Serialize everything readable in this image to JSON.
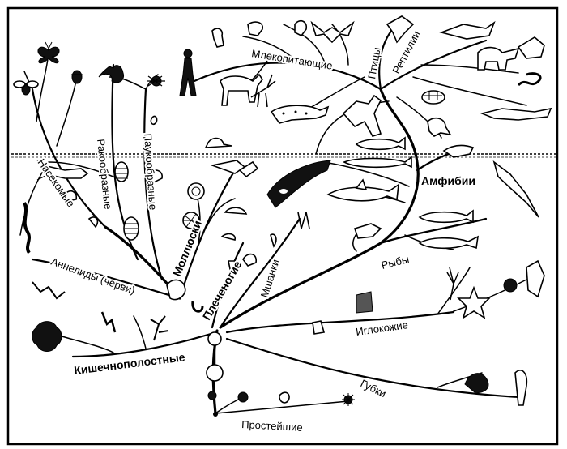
{
  "labels": {
    "mammals": "Млекопитающие",
    "birds": "Птицы",
    "reptiles": "Рептилии",
    "amphibians": "Амфибии",
    "fish": "Рыбы",
    "insects": "Насекомые",
    "crustaceans": "Ракообразные",
    "arachnids": "Паукообразные",
    "molluscs": "Моллюски",
    "brachiopods": "Плеченогие",
    "bryozoans": "Мшанки",
    "annelids": "Аннелиды (черви)",
    "echinoderms": "Иглокожие",
    "coelenterates": "Кишечнополостные",
    "sponges": "Губки",
    "protozoa": "Простейшие"
  },
  "icons": {
    "butterfly": "butterfly-icon",
    "fly": "fly-icon",
    "beetle": "beetle-icon",
    "scorpion": "scorpion-icon",
    "spider": "spider-icon",
    "human": "human-icon",
    "horse": "horse-icon",
    "deer": "deer-icon",
    "cheetah": "cheetah-icon",
    "kangaroo": "kangaroo-icon",
    "bat": "bat-icon",
    "eagle": "eagle-icon",
    "pterosaur": "pterosaur-icon",
    "dinosaur": "dinosaur-icon",
    "triceratops": "triceratops-icon",
    "snake": "snake-icon",
    "turtle": "turtle-icon",
    "crocodile": "crocodile-icon",
    "frog": "frog-icon",
    "salamander": "salamander-icon",
    "killer_whale": "killer-whale-icon",
    "shark": "shark-icon",
    "swordfish": "swordfish-icon",
    "fish": "fish-icon",
    "coelacanth": "coelacanth-icon",
    "lobster": "lobster-icon",
    "trilobite": "trilobite-icon",
    "ammonite": "ammonite-icon",
    "snail": "snail-icon",
    "squid": "squid-icon",
    "clam": "clam-icon",
    "worm": "worm-icon",
    "starfish": "starfish-icon",
    "sea_urchin": "sea-urchin-icon",
    "sea_lily": "sea-lily-icon",
    "coral": "coral-icon",
    "jellyfish": "jellyfish-icon",
    "hydra": "hydra-icon",
    "sponge": "sponge-icon",
    "amoeba": "amoeba-icon",
    "radiolarian": "radiolarian-icon"
  }
}
